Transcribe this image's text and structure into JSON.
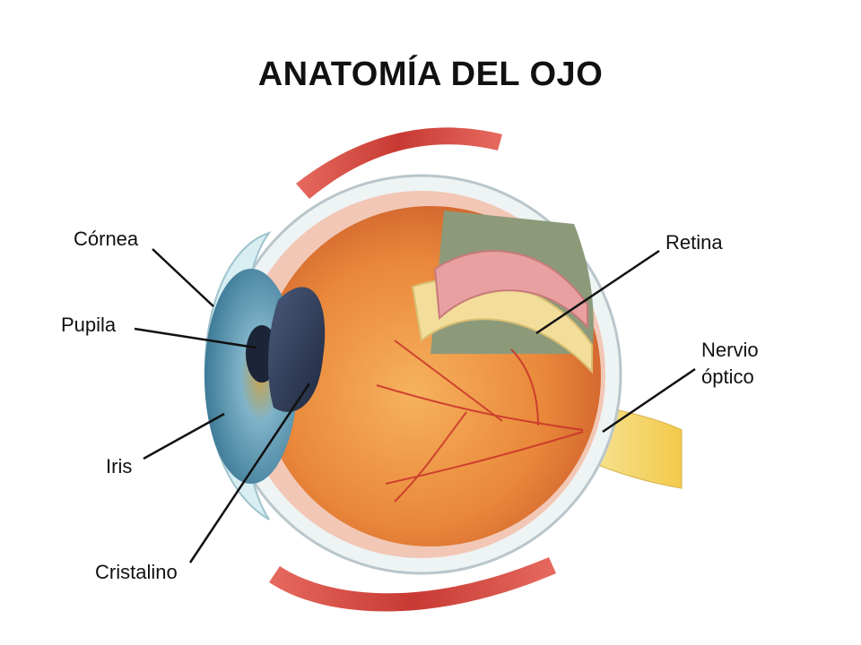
{
  "title": "ANATOMÍA DEL OJO",
  "labels": {
    "cornea": "Córnea",
    "pupila": "Pupila",
    "iris": "Iris",
    "cristalino": "Cristalino",
    "retina": "Retina",
    "nervio_optico_line1": "Nervio",
    "nervio_optico_line2": "óptico"
  },
  "colors": {
    "sclera": "#eef3f4",
    "iris": "#5a93ad",
    "lens": "#2e3b55",
    "vitreous": "#e7863a",
    "retina": "#e8a0a0",
    "choroid": "#f2dd9a",
    "muscle": "#d9463e",
    "nerve": "#f4d25c"
  }
}
